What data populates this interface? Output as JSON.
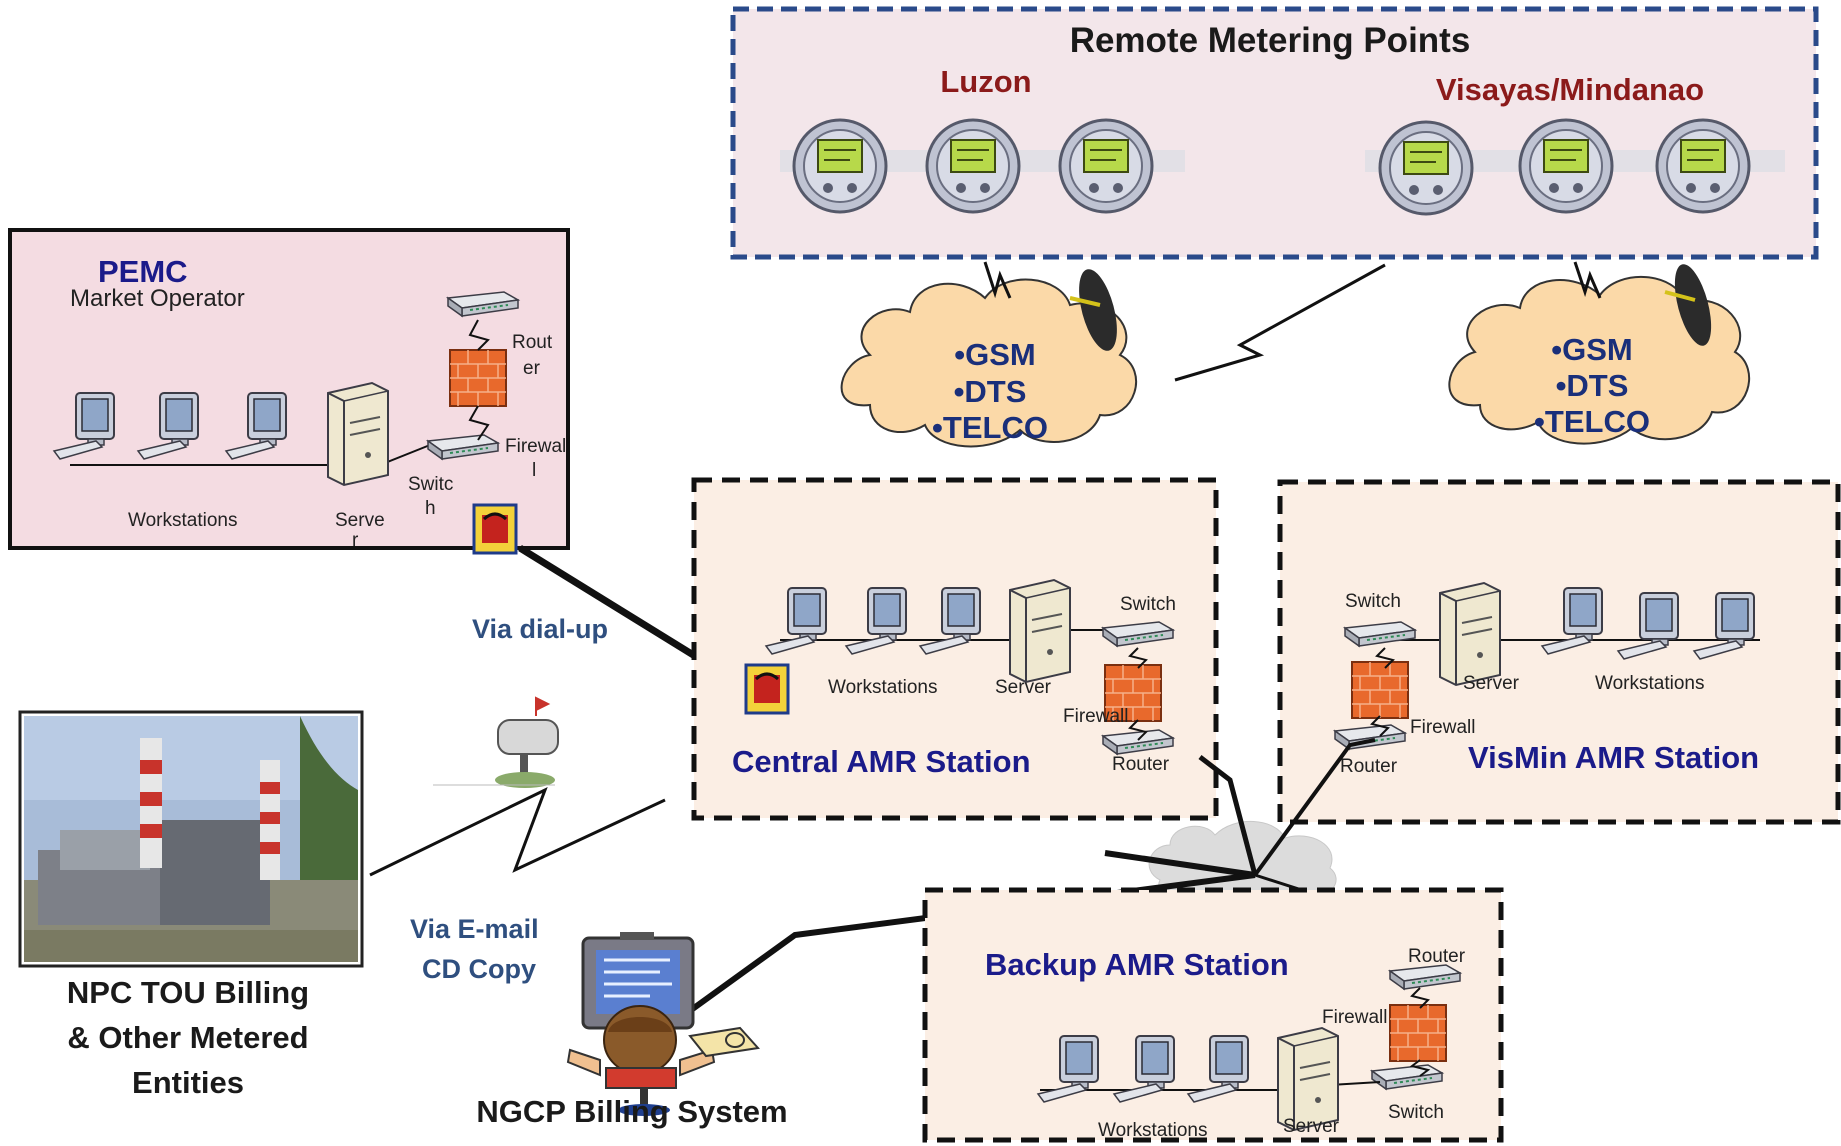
{
  "remote": {
    "title": "Remote Metering Points",
    "luzon": "Luzon",
    "visayas": "Visayas/Mindanao"
  },
  "clouds": {
    "left": [
      "•GSM",
      "•DTS",
      "•TELCO"
    ],
    "right": [
      "•GSM",
      "•DTS",
      "•TELCO"
    ]
  },
  "pemc": {
    "title": "PEMC",
    "subtitle": "Market Operator",
    "workstations": "Workstations",
    "server": [
      "Serve",
      "r"
    ],
    "switch": [
      "Switc",
      "h"
    ],
    "router": [
      "Rout",
      "er"
    ],
    "firewall": [
      "Firewal",
      "l"
    ]
  },
  "central": {
    "title": "Central AMR Station",
    "workstations": "Workstations",
    "server": "Server",
    "switch": "Switch",
    "firewall": "Firewall",
    "router": "Router"
  },
  "vismin": {
    "title": "VisMin AMR Station",
    "workstations": "Workstations",
    "server": "Server",
    "switch": "Switch",
    "firewall": "Firewall",
    "router": "Router"
  },
  "backup": {
    "title": "Backup AMR Station",
    "workstations": "Workstations",
    "server": "Server",
    "switch": "Switch",
    "firewall": "Firewall",
    "router": "Router"
  },
  "links": {
    "dialup": "Via dial-up",
    "email_1": "Via E-mail",
    "email_2": "CD Copy"
  },
  "npc": {
    "line1": "NPC TOU Billing",
    "line2": "& Other Metered",
    "line3": "Entities"
  },
  "ngcp": {
    "label": "NGCP Billing System"
  },
  "colors": {
    "remote_box": "#f3e6ea",
    "remote_border": "#2a4a8a",
    "pemc_box": "#f4dce2",
    "station_box": "#fbeee4",
    "cloud": "#fbd9a8",
    "firewall": "#e8692c",
    "region_text": "#8b1a1a",
    "station_text": "#1b1b8a"
  }
}
